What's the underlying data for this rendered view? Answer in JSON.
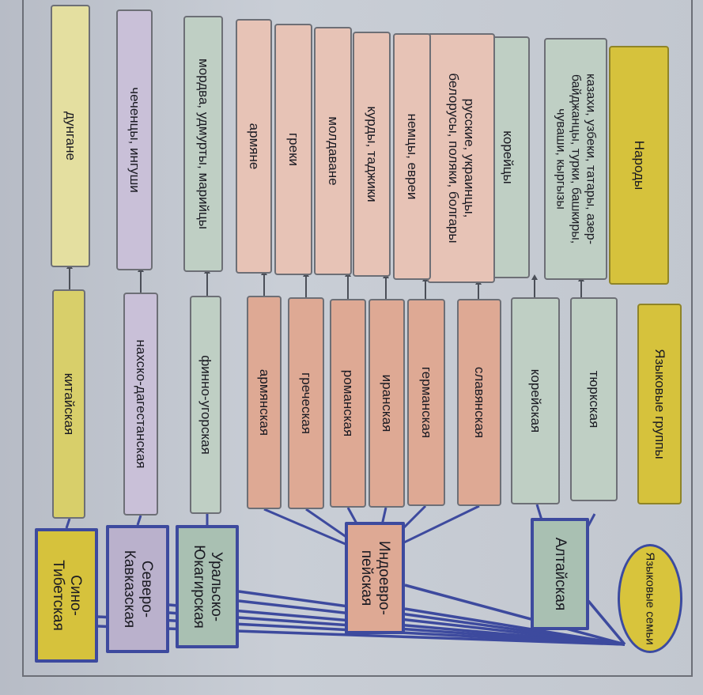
{
  "headers": {
    "peoples": "Народы",
    "language_groups": "Языковые группы",
    "language_families": "Языковые семьи"
  },
  "families": [
    {
      "id": "altai",
      "label": "Алтайская"
    },
    {
      "id": "indo",
      "label": "Индоевро-\nпейская"
    },
    {
      "id": "ural",
      "label": "Уральско-\nЮкагирская"
    },
    {
      "id": "cauc",
      "label": "Северо-\nКавказская"
    },
    {
      "id": "sino",
      "label": "Сино-\nТибетская"
    }
  ],
  "groups": [
    {
      "label": "тюркская",
      "family": "altai",
      "peoples": "казахи, узбеки, татары, азер-\nбайджанцы, турки, башкиры,\nчуваши, кыргызы"
    },
    {
      "label": "корейская",
      "family": "altai",
      "peoples": "корейцы"
    },
    {
      "label": "славянская",
      "family": "indo",
      "peoples": "русские, украинцы,\nбелорусы, поляки, болгары"
    },
    {
      "label": "германская",
      "family": "indo",
      "peoples": "немцы, евреи"
    },
    {
      "label": "иранская",
      "family": "indo",
      "peoples": "курды, таджики"
    },
    {
      "label": "романская",
      "family": "indo",
      "peoples": "молдаване"
    },
    {
      "label": "греческая",
      "family": "indo",
      "peoples": "греки"
    },
    {
      "label": "армянская",
      "family": "indo",
      "peoples": "армяне"
    },
    {
      "label": "финно-угорская",
      "family": "ural",
      "peoples": "мордва, удмурты, марийцы"
    },
    {
      "label": "нахско-дагестанская",
      "family": "cauc",
      "peoples": "чеченцы, ингуши"
    },
    {
      "label": "китайская",
      "family": "sino",
      "peoples": "дунгане"
    }
  ],
  "colors": {
    "header": "#d6c23c",
    "indo": "#e7c3b6",
    "altai": "#bfcfc4",
    "ural": "#bfcfc4",
    "cauc": "#c9c0d8",
    "sino": "#e4dfa0",
    "connector": "#3d4a9e"
  }
}
